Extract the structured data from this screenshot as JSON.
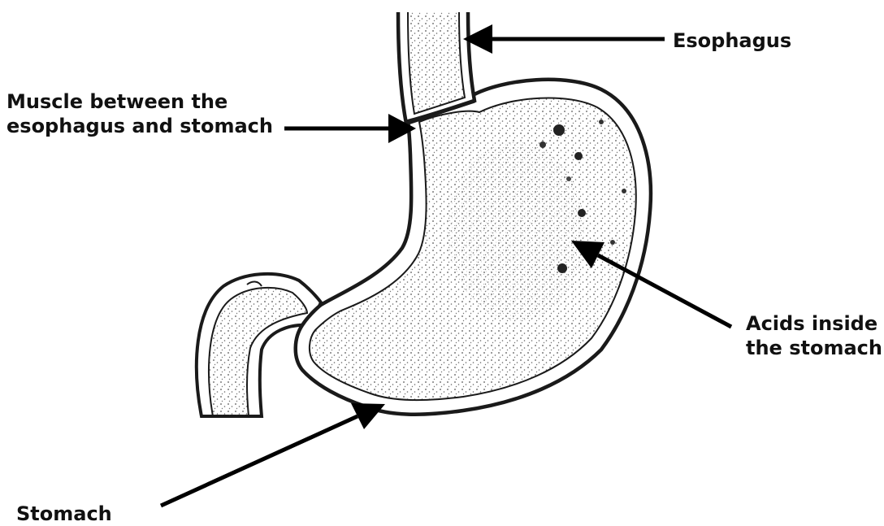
{
  "diagram": {
    "labels": {
      "esophagus": "Esophagus",
      "muscle_line1": "Muscle between the",
      "muscle_line2": "esophagus and stomach",
      "acids_line1": "Acids inside",
      "acids_line2": "the stomach",
      "stomach": "Stomach"
    }
  }
}
